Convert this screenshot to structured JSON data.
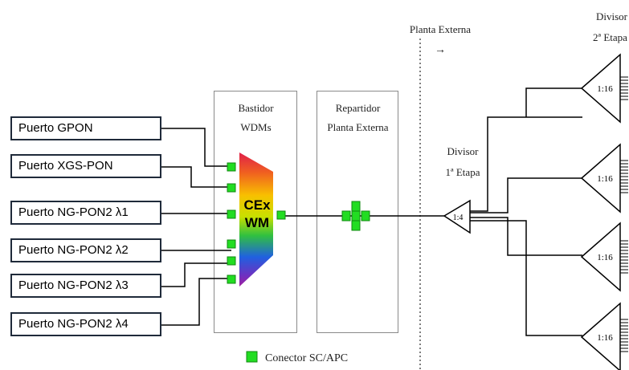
{
  "ports": [
    "Puerto GPON",
    "Puerto XGS-PON",
    "Puerto NG-PON2 λ1",
    "Puerto NG-PON2 λ2",
    "Puerto NG-PON2 λ3",
    "Puerto NG-PON2 λ4"
  ],
  "rack_wdm": {
    "line1": "Bastidor",
    "line2": "WDMs"
  },
  "rack_repartidor": {
    "line1": "Repartidor",
    "line2": "Planta Externa"
  },
  "combiner": {
    "line1": "CEx",
    "line2": "WM"
  },
  "planta_externa": {
    "label": "Planta Externa",
    "arrow": "→"
  },
  "splitter_1": {
    "line1": "Divisor",
    "line2": "1ª Etapa",
    "ratio": "1:4"
  },
  "splitter_2": {
    "line1": "Divisor",
    "line2": "2ª Etapa",
    "ratio": "1:16"
  },
  "legend": {
    "label": "Conector SC/APC"
  },
  "colors": {
    "connector": "#22dd22",
    "box_border": "#1f2a3a",
    "rack_border": "#8a8a8a"
  }
}
